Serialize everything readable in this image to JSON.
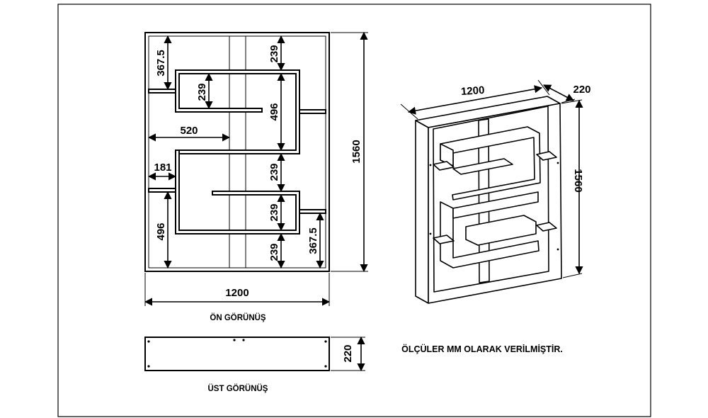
{
  "front_view": {
    "caption": "ÖN GÖRÜNÜŞ",
    "dims": {
      "width": "1200",
      "height": "1560",
      "top_left": "367.5",
      "top_mid": "239",
      "inner_left": "239",
      "center": "496",
      "shelf_520": "520",
      "side_181": "181",
      "mid_239": "239",
      "lower_239": "239",
      "bottom_239": "239",
      "bottom_left": "496",
      "bottom_right": "367.5"
    }
  },
  "top_view": {
    "caption": "ÜST GÖRÜNÜŞ",
    "depth": "220"
  },
  "iso_view": {
    "width": "1200",
    "depth": "220",
    "height": "1560"
  },
  "note": "ÖLÇÜLER MM OLARAK VERİLMİŞTİR."
}
